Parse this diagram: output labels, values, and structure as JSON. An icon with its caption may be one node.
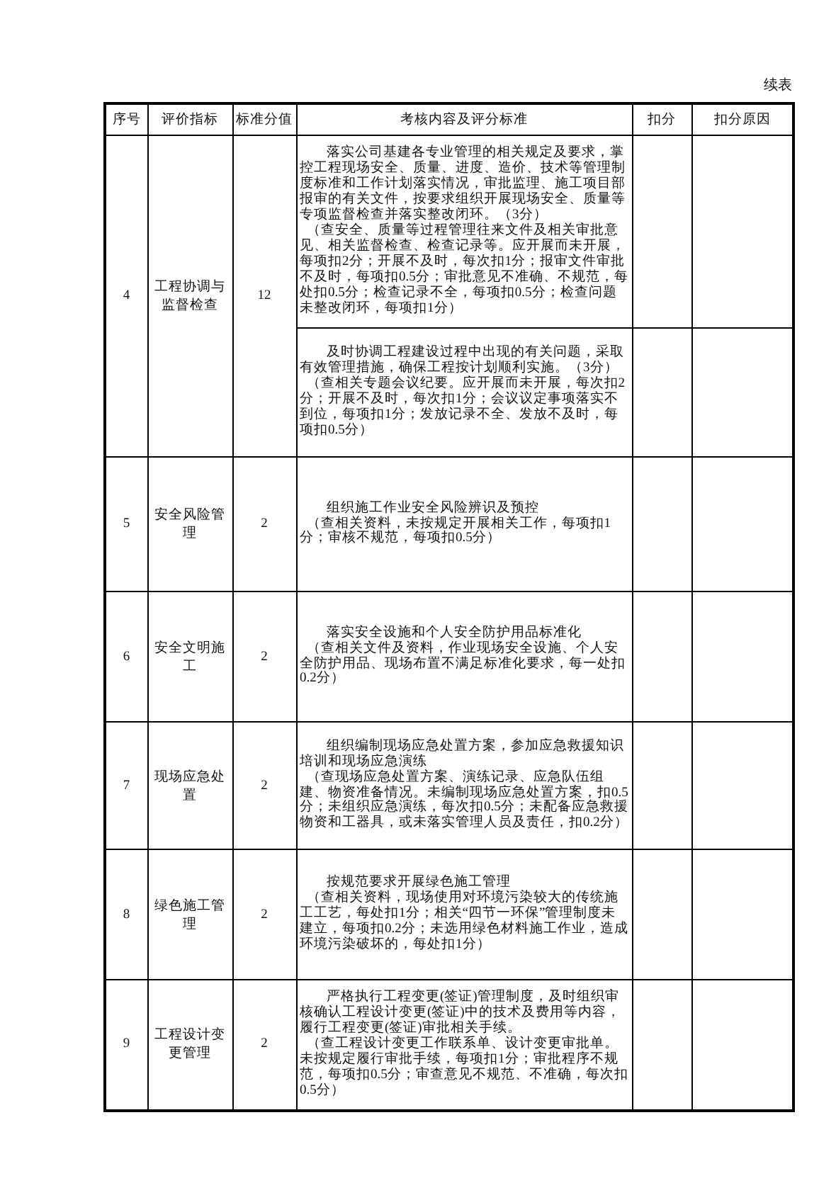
{
  "diagram": {
    "labels": [
      "续表",
      "序号",
      "评价指标",
      "标准分值",
      "考核内容及评分标准",
      "扣分",
      "扣分原因",
      "4",
      "工程协调与监督检查",
      "12",
      "落实公司基建各专业管理的相关规定及要求，掌控工程现场安全、质量、进度、造价、技术等管理制度标准和工作计划落实情况，审批监理、施工项目部报审的有关文件，按要求组织开展现场安全、质量等专项监督检查并落实整改闭环。（3分）",
      "（查安全、质量等过程管理往来文件及相关审批意见、相关监督检查、检查记录等。应开展而未开展，每项扣2分；开展不及时，每次扣1分；报审文件审批不及时，每项扣0.5分；审批意见不准确、不规范，每处扣0.5分；检查记录不全，每项扣0.5分；检查问题未整改闭环，每项扣1分）",
      "及时协调工程建设过程中出现的有关问题，采取有效管理措施，确保工程按计划顺利实施。（3分）",
      "（查相关专题会议纪要。应开展而未开展，每次扣2分；开展不及时，每次扣1分；会议议定事项落实不到位，每项扣1分；发放记录不全、发放不及时，每项扣0.5分）",
      "5",
      "安全风险管理",
      "2",
      "组织施工作业安全风险辨识及预控",
      "（查相关资料，未按规定开展相关工作，每项扣1分；审核不规范，每项扣0.5分）",
      "6",
      "安全文明施工",
      "2",
      "落实安全设施和个人安全防护用品标准化",
      "（查相关文件及资料，作业现场安全设施、个人安全防护用品、现场布置不满足标准化要求，每一处扣0.2分）",
      "7",
      "现场应急处置",
      "2",
      "组织编制现场应急处置方案，参加应急救援知识培训和现场应急演练",
      "（查现场应急处置方案、演练记录、应急队伍组建、物资准备情况。未编制现场应急处置方案，扣0.5分；未组织应急演练，每次扣0.5分；未配备应急救援物资和工器具，或未落实管理人员及责任，扣0.2分）",
      "8",
      "绿色施工管理",
      "2",
      "按规范要求开展绿色施工管理",
      "（查相关资料，现场使用对环境污染较大的传统施工工艺，每处扣1分；相关“四节一环保”管理制度未建立，每项扣0.2分；未选用绿色材料施工作业，造成环境污染破坏的，每处扣1分）",
      "9",
      "工程设计变更管理",
      "2",
      "严格执行工程变更(签证)管理制度，及时组织审核确认工程设计变更(签证)中的技术及费用等内容，履行工程变更(签证)审批相关手续。",
      "（查工程设计变更工作联系单、设计变更审批单。未按规定履行审批手续，每项扣1分；审批程序不规范，每项扣0.5分；审查意见不规范、不准确，每次扣0.5分）"
    ]
  }
}
